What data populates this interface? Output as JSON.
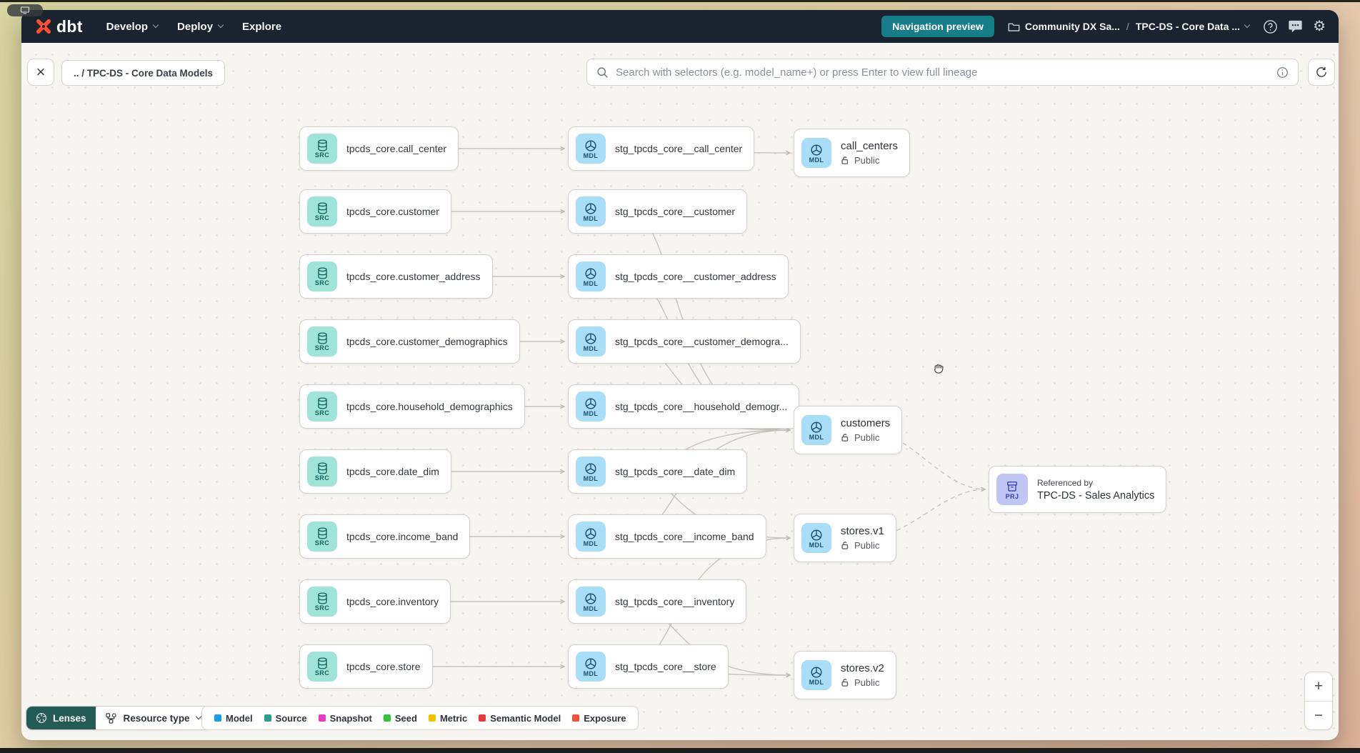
{
  "navbar": {
    "logo_text": "dbt",
    "menus": [
      {
        "label": "Develop",
        "chevron": true
      },
      {
        "label": "Deploy",
        "chevron": true
      },
      {
        "label": "Explore",
        "chevron": false
      }
    ],
    "preview_button": "Navigation preview",
    "project_breadcrumb": "Community DX Sa...",
    "breadcrumb_separator": "/",
    "page_breadcrumb": "TPC-DS - Core Data ..."
  },
  "toolbar": {
    "lineage_breadcrumb": ".. / TPC-DS - Core Data Models",
    "search_placeholder": "Search with selectors (e.g. model_name+) or press Enter to view full lineage",
    "close_glyph": "×",
    "zoom_in": "+",
    "zoom_out": "−"
  },
  "icons": {
    "search": "magnifier",
    "info": "circle-info",
    "refresh": "circular-arrow",
    "folder": "folder-outline",
    "help": "circle-question",
    "feedback": "speech-bubble",
    "settings": "gear",
    "lenses": "aperture",
    "resource_type": "connected-nodes",
    "public": "open-padlock",
    "cursor": "grab-hand"
  },
  "lineage": {
    "badges": {
      "source": "SRC",
      "model": "MDL",
      "project": "PRJ"
    },
    "sources": [
      "tpcds_core.call_center",
      "tpcds_core.customer",
      "tpcds_core.customer_address",
      "tpcds_core.customer_demographics",
      "tpcds_core.household_demographics",
      "tpcds_core.date_dim",
      "tpcds_core.income_band",
      "tpcds_core.inventory",
      "tpcds_core.store"
    ],
    "staging_models": [
      "stg_tpcds_core__call_center",
      "stg_tpcds_core__customer",
      "stg_tpcds_core__customer_address",
      "stg_tpcds_core__customer_demogra...",
      "stg_tpcds_core__household_demogr...",
      "stg_tpcds_core__date_dim",
      "stg_tpcds_core__income_band",
      "stg_tpcds_core__inventory",
      "stg_tpcds_core__store"
    ],
    "public_models": [
      {
        "name": "call_centers",
        "access": "Public"
      },
      {
        "name": "customers",
        "access": "Public"
      },
      {
        "name": "stores.v1",
        "access": "Public"
      },
      {
        "name": "stores.v2",
        "access": "Public"
      }
    ],
    "project_node": {
      "caption": "Referenced by",
      "name": "TPC-DS - Sales Analytics"
    },
    "edges": {
      "source_to_staging": [
        [
          0,
          0
        ],
        [
          1,
          1
        ],
        [
          2,
          2
        ],
        [
          3,
          3
        ],
        [
          4,
          4
        ],
        [
          5,
          5
        ],
        [
          6,
          6
        ],
        [
          7,
          7
        ],
        [
          8,
          8
        ]
      ],
      "staging_to_public": [
        [
          0,
          0
        ],
        [
          1,
          1
        ],
        [
          2,
          1
        ],
        [
          3,
          1
        ],
        [
          4,
          1
        ],
        [
          5,
          1
        ],
        [
          6,
          1
        ],
        [
          5,
          2
        ],
        [
          8,
          2
        ],
        [
          7,
          3
        ],
        [
          8,
          3
        ]
      ],
      "public_to_project": [
        1,
        2
      ]
    }
  },
  "footer": {
    "lenses_label": "Lenses",
    "resource_type_label": "Resource type",
    "legend": [
      {
        "label": "Model",
        "color": "#1f9ce8"
      },
      {
        "label": "Source",
        "color": "#2a9d8f"
      },
      {
        "label": "Snapshot",
        "color": "#e23fc3"
      },
      {
        "label": "Seed",
        "color": "#35c435"
      },
      {
        "label": "Metric",
        "color": "#f2c200"
      },
      {
        "label": "Semantic Model",
        "color": "#e23b3b"
      },
      {
        "label": "Exposure",
        "color": "#f05336"
      }
    ]
  }
}
